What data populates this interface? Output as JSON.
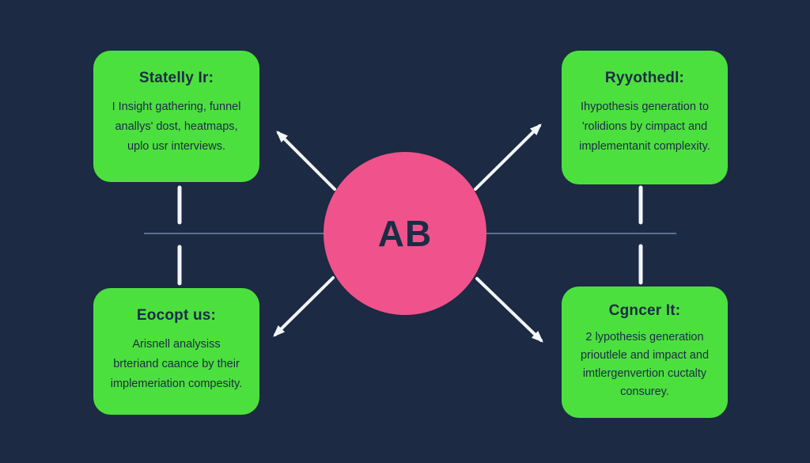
{
  "colors": {
    "background": "#1c2a43",
    "card_green": "#4ce03e",
    "circle_pink": "#f0538b",
    "text_navy": "#1d2b45",
    "axis_line": "#5c7093",
    "arrow_white": "#f2f5f9"
  },
  "center": {
    "label": "AB"
  },
  "boxes": {
    "top_left": {
      "title": "Statelly Ir:",
      "lines": [
        "I Insight gathering, funnel",
        "anallys' dost, heatmaps,",
        "uplo usr interviews."
      ]
    },
    "top_right": {
      "title": "Ryyothedl:",
      "lines": [
        "Ihypothesis generation to",
        "'rolidions by cimpact and",
        "implementanit complexity."
      ]
    },
    "bottom_left": {
      "title": "Eocopt us:",
      "lines": [
        "Arisnell analysiss",
        "brteriand caance by their",
        "implemeriation compesity."
      ]
    },
    "bottom_right": {
      "title": "Cgncer It:",
      "lines": [
        "2 lypothesis generation",
        "prioutlele and impact and",
        "imtlergenvertion cuctalty",
        "consurey."
      ]
    }
  }
}
